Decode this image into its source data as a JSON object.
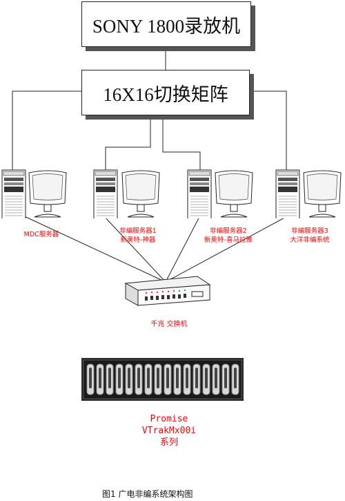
{
  "vcr_box": {
    "label": "SONY 1800录放机"
  },
  "matrix_box": {
    "label": "16X16切换矩阵"
  },
  "servers": [
    {
      "line1": "MDC服务器",
      "line2": ""
    },
    {
      "line1": "非编服务器1",
      "line2": "新奥特-神器"
    },
    {
      "line1": "非编服务器2",
      "line2": "新奥特-喜马拉雅"
    },
    {
      "line1": "非编服务器3",
      "line2": "大洋非编系统"
    }
  ],
  "switch": {
    "label": "千兆 交换机"
  },
  "storage": {
    "line1": "Promise",
    "line2": "VTrakMx00i",
    "line3": "系列"
  },
  "caption": "图1 广电非编系统架构图",
  "colors": {
    "label_red": "#ff0000",
    "line": "#222222"
  }
}
